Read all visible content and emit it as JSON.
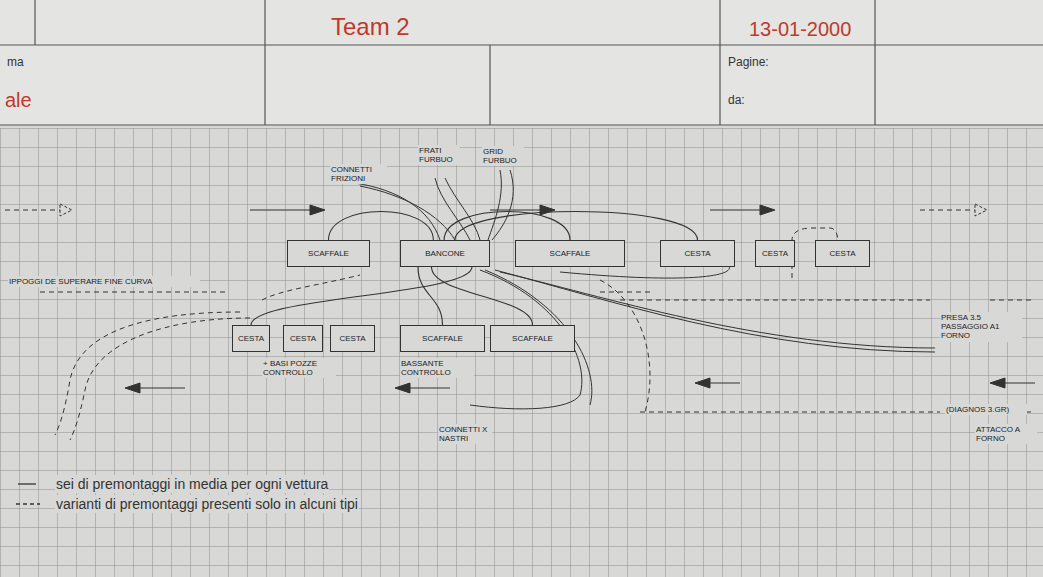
{
  "diagram": {
    "nodes": [
      {
        "text": [
          "SCAFFALE"
        ]
      },
      {
        "text": [
          "BANCONE"
        ]
      },
      {
        "text": [
          "SCAFFALE"
        ]
      },
      {
        "text": [
          "CESTA"
        ]
      },
      {
        "text": [
          "CESTA"
        ]
      },
      {
        "text": [
          "CESTA"
        ]
      },
      {
        "text": [
          "CESTA"
        ]
      },
      {
        "text": [
          "CESTA"
        ]
      },
      {
        "text": [
          "CESTA"
        ]
      },
      {
        "text": [
          "SCAFFALE"
        ]
      },
      {
        "text": [
          "SCAFFALE"
        ]
      }
    ],
    "edges": [
      {
        "from": 1,
        "to": 0,
        "arrow": "none"
      },
      {
        "from": 1,
        "to": 2,
        "arrow": "none"
      },
      {
        "from": 1,
        "to": 3,
        "arrow": "none"
      },
      {
        "from": 1,
        "to": 6,
        "arrow": "none"
      },
      {
        "from": 1,
        "to": 9,
        "arrow": "none"
      },
      {
        "from": 1,
        "to": 10,
        "arrow": "none"
      }
    ],
    "labels": [
      "Team 2",
      "13-01-2000",
      "ma",
      "Pagine:",
      "ale",
      "da:",
      "FRATI FURBUO",
      "CONNETTI FRIZIONI",
      "GRID FURBUO",
      "IPPOGGI DE SUPERARE FINE CURVA",
      "PRESA 3.5 PASSAGGIO A1 FORNO",
      "+ BASI POZZE CONTROLLO",
      "BASSANTE CONTROLLO",
      "(DIAGNOS 3.GR)",
      "ATTACCO A FORNO",
      "CONNETTI X NASTRI"
    ],
    "legend": [
      {
        "text": "sei di premontaggi in media per ogni vettura"
      },
      {
        "text": "varianti di premontaggi presenti solo in alcuni tipi"
      }
    ]
  }
}
